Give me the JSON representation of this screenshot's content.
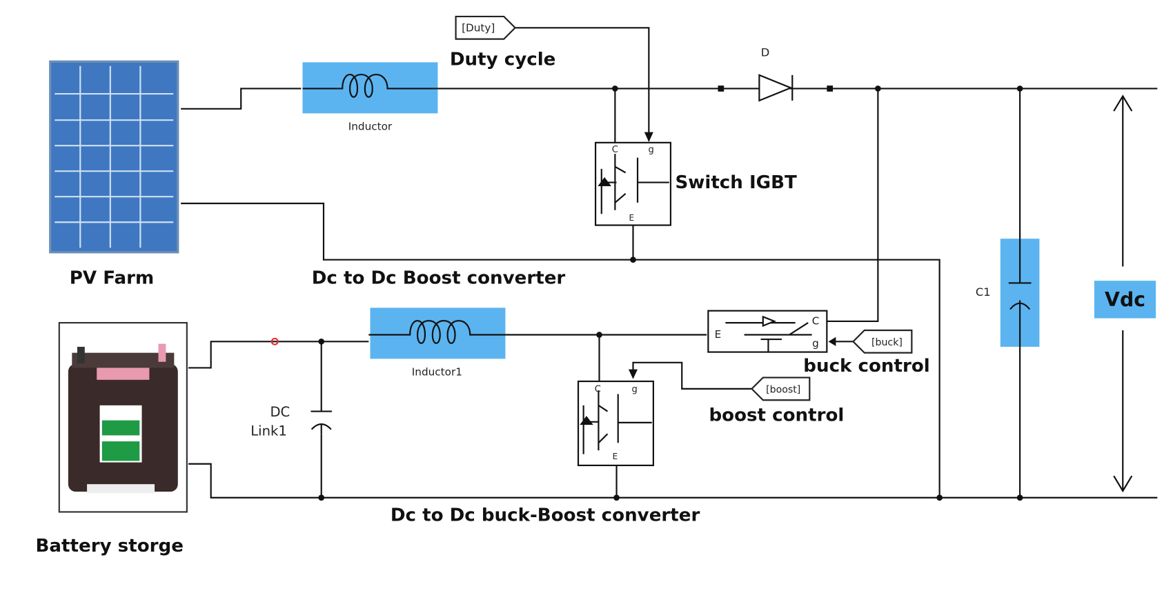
{
  "colors": {
    "block_blue": "#5bb4f0",
    "panel_blue": "#3f78c0",
    "wire": "#111111",
    "battery_green": "#1f9a45",
    "battery_body": "#3a2a2a",
    "battery_cap": "#e89ab0"
  },
  "top": {
    "duty_tag": "[Duty]",
    "duty_label": "Duty cycle",
    "diode_label": "D",
    "inductor_label": "Inductor",
    "igbt_label": "Switch IGBT",
    "igbt_ports": {
      "c": "C",
      "g": "g",
      "e": "E"
    },
    "pv_label": "PV Farm",
    "converter_label": "Dc to Dc Boost converter"
  },
  "bottom": {
    "inductor_label": "Inductor1",
    "buck_igbt_ports": {
      "e": "E",
      "c": "C",
      "g": "g"
    },
    "buck_tag": "[buck]",
    "buck_label": "buck control",
    "boost_tag": "[boost]",
    "boost_label": "boost control",
    "dclink_label_line1": "DC",
    "dclink_label_line2": "Link1",
    "converter_label": "Dc to Dc buck-Boost converter",
    "battery_label": "Battery storge"
  },
  "output": {
    "capacitor_label": "C1",
    "voltage_label": "Vdc"
  }
}
